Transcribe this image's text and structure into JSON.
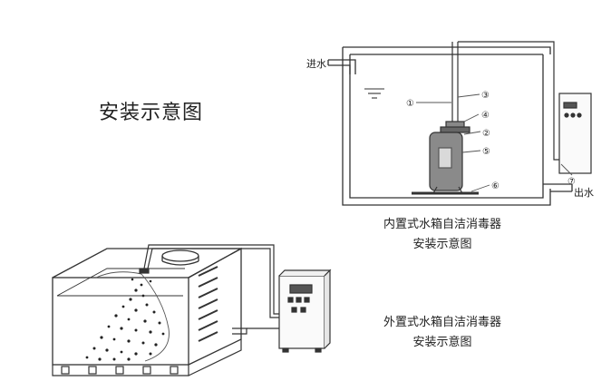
{
  "page": {
    "title": "安装示意图"
  },
  "internal_diagram": {
    "inlet_label": "进水",
    "outlet_label": "出水",
    "callouts": [
      "①",
      "②",
      "③",
      "④",
      "⑤",
      "⑥",
      "⑦"
    ],
    "caption_line1": "内置式水箱自洁消毒器",
    "caption_line2": "安装示意图"
  },
  "external_diagram": {
    "caption_line1": "外置式水箱自洁消毒器",
    "caption_line2": "安装示意图"
  }
}
